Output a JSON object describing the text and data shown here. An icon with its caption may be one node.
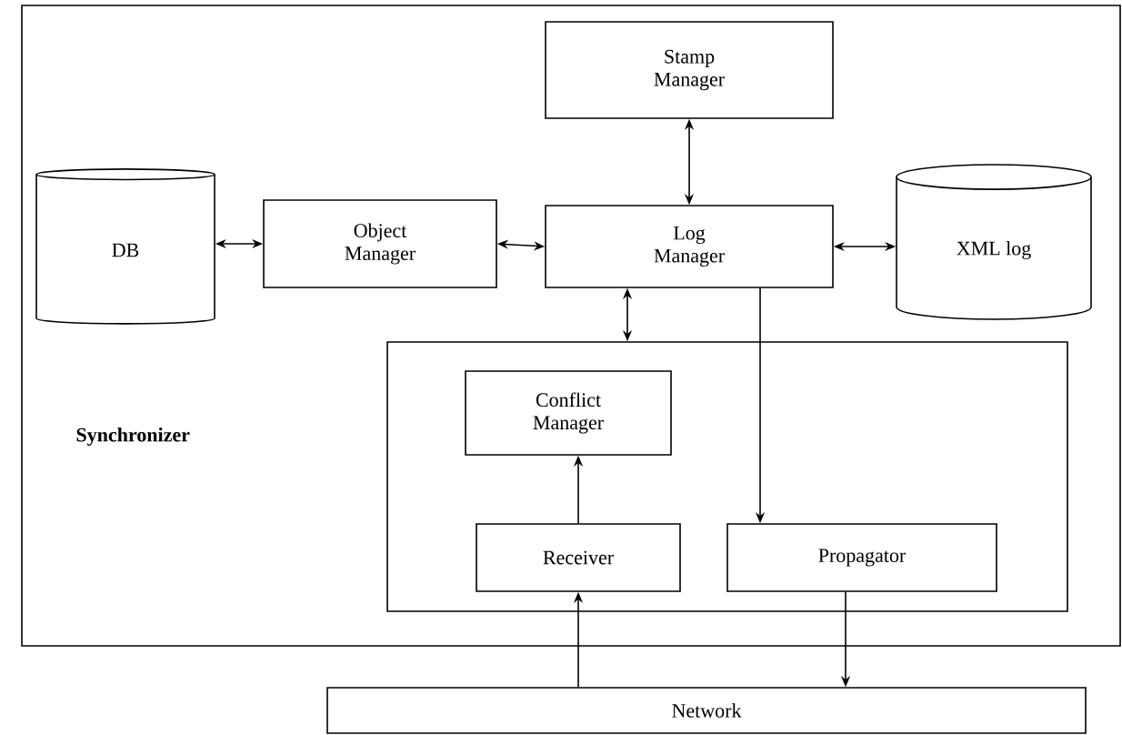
{
  "diagram": {
    "nodes": [
      {
        "text": [
          "Synchronizer"
        ]
      },
      {
        "text": [
          "Stamp Manager"
        ],
        "in": 0
      },
      {
        "text": [
          "DB"
        ],
        "in": 0
      },
      {
        "text": [
          "Object Manager"
        ],
        "in": 0
      },
      {
        "text": [
          "Log Manager"
        ],
        "in": 0
      },
      {
        "text": [
          "XML log"
        ],
        "in": 0
      },
      {
        "text": [],
        "shape": "box",
        "in": 0
      },
      {
        "text": [
          "Conflict Manager"
        ],
        "in": 6
      },
      {
        "text": [
          "Receiver"
        ],
        "in": 6
      },
      {
        "text": [
          "Propagator"
        ],
        "in": 6
      },
      {
        "text": [
          "Network"
        ]
      }
    ],
    "edges": [
      {
        "from": 1,
        "to": 4,
        "arrow": "both"
      },
      {
        "from": 2,
        "to": 3,
        "arrow": "both"
      },
      {
        "from": 3,
        "to": 4,
        "arrow": "both"
      },
      {
        "from": 4,
        "to": 5,
        "arrow": "both"
      },
      {
        "from": 4,
        "to": 6,
        "arrow": "both"
      },
      {
        "from": 4,
        "to": 9,
        "arrow": "to"
      },
      {
        "from": 8,
        "to": 7,
        "arrow": "to"
      },
      {
        "from": 10,
        "to": 8,
        "arrow": "to"
      },
      {
        "from": 9,
        "to": 10,
        "arrow": "to"
      }
    ]
  }
}
